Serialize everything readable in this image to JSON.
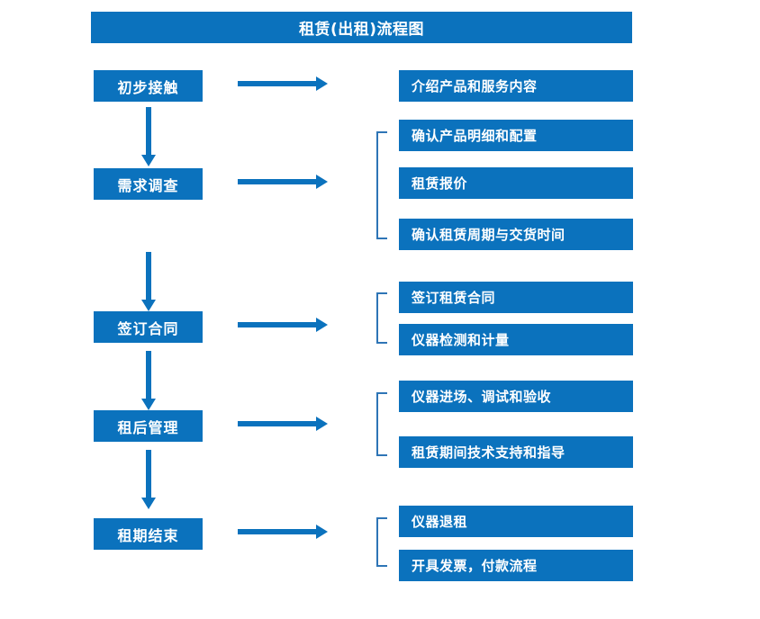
{
  "title": "租赁(出租)流程图",
  "accent_color": "#0b72bd",
  "bracket_color": "#2e75b6",
  "text_color": "#ffffff",
  "background_color": "#ffffff",
  "chart_data": {
    "type": "diagram",
    "title": "租赁(出租)流程图",
    "stages": [
      {
        "label": "初步接触",
        "details": [
          "介绍产品和服务内容"
        ]
      },
      {
        "label": "需求调查",
        "details": [
          "确认产品明细和配置",
          "租赁报价",
          "确认租赁周期与交货时间"
        ]
      },
      {
        "label": "签订合同",
        "details": [
          "签订租赁合同",
          "仪器检测和计量"
        ]
      },
      {
        "label": "租后管理",
        "details": [
          "仪器进场、调试和验收",
          "租赁期间技术支持和指导"
        ]
      },
      {
        "label": "租期结束",
        "details": [
          "仪器退租",
          "开具发票，付款流程"
        ]
      }
    ]
  },
  "stages": {
    "s0": {
      "label": "初步接触"
    },
    "s1": {
      "label": "需求调查"
    },
    "s2": {
      "label": "签订合同"
    },
    "s3": {
      "label": "租后管理"
    },
    "s4": {
      "label": "租期结束"
    }
  },
  "details": {
    "d0": "介绍产品和服务内容",
    "d1": "确认产品明细和配置",
    "d2": "租赁报价",
    "d3": "确认租赁周期与交货时间",
    "d4": "签订租赁合同",
    "d5": "仪器检测和计量",
    "d6": "仪器进场、调试和验收",
    "d7": "租赁期间技术支持和指导",
    "d8": "仪器退租",
    "d9": "开具发票，付款流程"
  }
}
